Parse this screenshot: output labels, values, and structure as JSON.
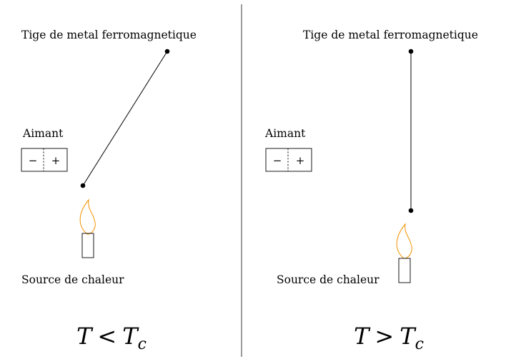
{
  "panels": {
    "left": {
      "rod_label": "Tige de metal ferromagnetique",
      "magnet_label": "Aimant",
      "magnet_minus": "−",
      "magnet_plus": "+",
      "heat_label": "Source de chaleur",
      "cond_T": "T",
      "cond_op": "<",
      "cond_Tc": "T",
      "cond_sub": "c"
    },
    "right": {
      "rod_label": "Tige de metal ferromagnetique",
      "magnet_label": "Aimant",
      "magnet_minus": "−",
      "magnet_plus": "+",
      "heat_label": "Source de chaleur",
      "cond_T": "T",
      "cond_op": ">",
      "cond_Tc": "T",
      "cond_sub": "c"
    }
  },
  "colors": {
    "flame": "#f39200",
    "line": "#000000",
    "divider": "#666666"
  }
}
